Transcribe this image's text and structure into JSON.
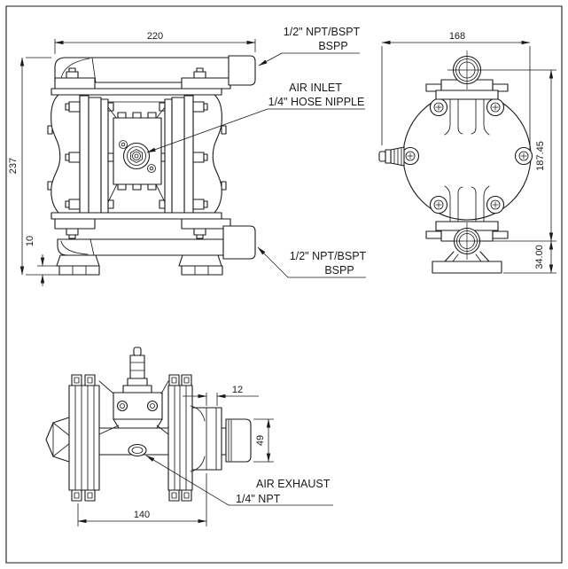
{
  "drawing": {
    "kind": "engineering drawing",
    "subject": "air operated double diaphragm pump",
    "background": "#ffffff",
    "line_color": "#1a1a1a"
  },
  "front_view": {
    "dims": {
      "width": "220",
      "height": "237",
      "foot_height": "10"
    },
    "labels": {
      "discharge_port_line1": "1/2\" NPT/BSPT",
      "discharge_port_line2": "BSPP",
      "air_inlet_line1": "AIR INLET",
      "air_inlet_line2": "1/4\" HOSE NIPPLE",
      "suction_port_line1": "1/2\" NPT/BSPT",
      "suction_port_line2": "BSPP"
    }
  },
  "side_view": {
    "dims": {
      "width": "168",
      "port_span": "187.45",
      "base_height": "34.00"
    }
  },
  "top_view": {
    "dims": {
      "flange_offset": "12",
      "port_width": "49",
      "body_width": "140"
    },
    "labels": {
      "air_exhaust_line1": "AIR EXHAUST",
      "air_exhaust_line2": "1/4\" NPT"
    }
  }
}
